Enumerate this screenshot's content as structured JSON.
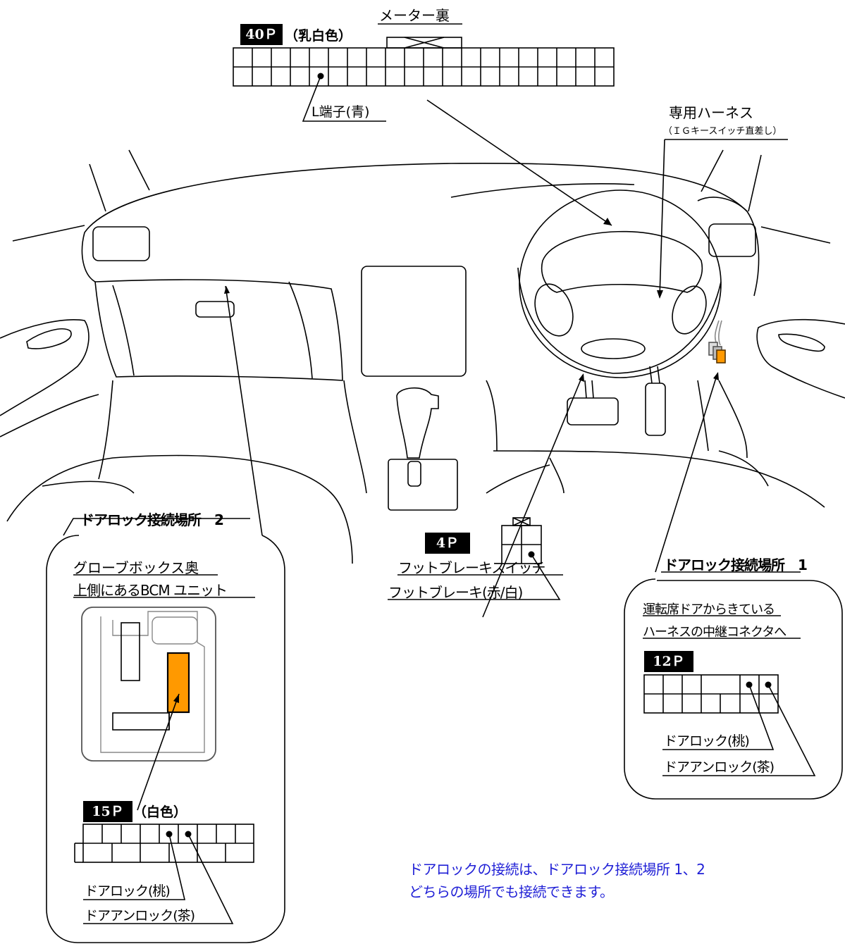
{
  "meter": {
    "badge": "40Ｐ",
    "color_label": "（乳白色）",
    "location": "メーター裏",
    "terminal_label": "L端子(青)"
  },
  "harness": {
    "title": "専用ハーネス",
    "note": "（ＩＧキースイッチ直差し）"
  },
  "door1": {
    "title": "ドアロック接続場所　1",
    "desc_line1": "運転席ドアからきている",
    "desc_line2": "ハーネスの中継コネクタへ",
    "badge": "12Ｐ",
    "lock": "ドアロック(桃)",
    "unlock": "ドアアンロック(茶)"
  },
  "door2": {
    "title": "ドアロック接続場所　2",
    "desc_line1": "グローブボックス奥",
    "desc_line2": "上側にあるBCM ユニット",
    "badge": "15Ｐ",
    "color_label": "（白色）",
    "lock": "ドアロック(桃)",
    "unlock": "ドアアンロック(茶)"
  },
  "brake": {
    "title": "フットブレーキスイッチ",
    "badge": "4Ｐ",
    "wire": "フットブレーキ(赤/白)"
  },
  "note": {
    "line1": "ドアロックの接続は、ドアロック接続場所 1、2",
    "line2": "どちらの場所でも接続できます。"
  },
  "colors": {
    "highlight": "#ff9900",
    "note_text": "#1f1fd6"
  }
}
